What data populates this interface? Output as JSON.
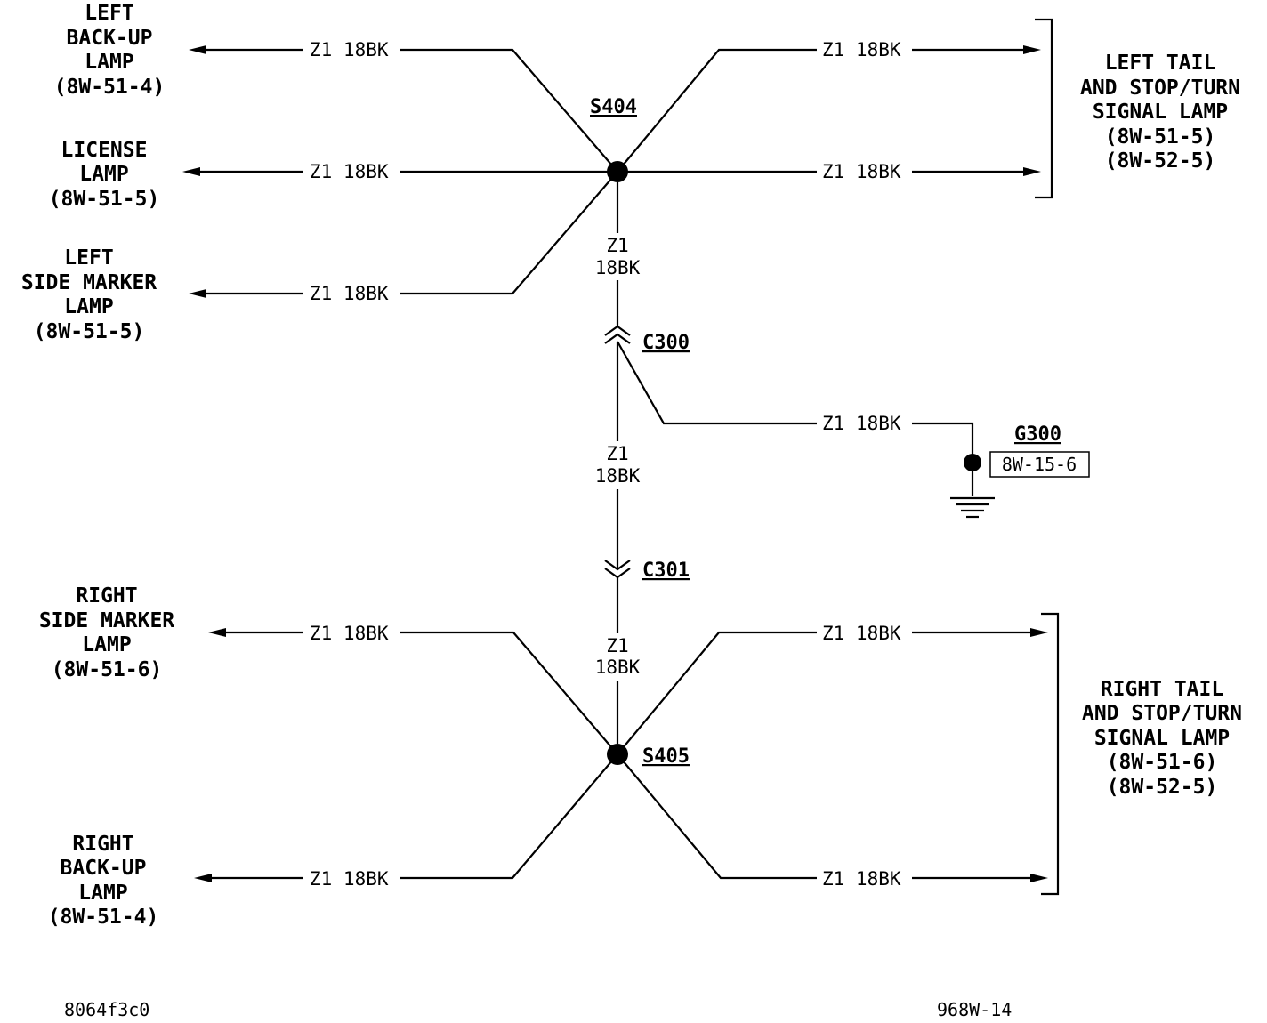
{
  "wire_code": "Z1 18BK",
  "wire_code_a": "Z1",
  "wire_code_b": "18BK",
  "left_components": [
    {
      "id": "left-backup",
      "lines": [
        "LEFT",
        "BACK-UP",
        "LAMP",
        "(8W-51-4)"
      ]
    },
    {
      "id": "license",
      "lines": [
        "LICENSE",
        "LAMP",
        "(8W-51-5)"
      ]
    },
    {
      "id": "left-side-marker",
      "lines": [
        "LEFT",
        "SIDE MARKER",
        "LAMP",
        "(8W-51-5)"
      ]
    },
    {
      "id": "right-side-marker",
      "lines": [
        "RIGHT",
        "SIDE MARKER",
        "LAMP",
        "(8W-51-6)"
      ]
    },
    {
      "id": "right-backup",
      "lines": [
        "RIGHT",
        "BACK-UP",
        "LAMP",
        "(8W-51-4)"
      ]
    }
  ],
  "right_components": [
    {
      "id": "left-tail",
      "lines": [
        "LEFT TAIL",
        "AND STOP/TURN",
        "SIGNAL LAMP",
        "(8W-51-5)",
        "(8W-52-5)"
      ]
    },
    {
      "id": "right-tail",
      "lines": [
        "RIGHT TAIL",
        "AND STOP/TURN",
        "SIGNAL LAMP",
        "(8W-51-6)",
        "(8W-52-5)"
      ]
    }
  ],
  "splices": {
    "upper": "S404",
    "lower": "S405"
  },
  "connectors": {
    "upper": "C300",
    "lower": "C301"
  },
  "ground": {
    "name": "G300",
    "ref": "8W-15-6"
  },
  "footer": {
    "left": "8064f3c0",
    "right": "968W-14"
  }
}
